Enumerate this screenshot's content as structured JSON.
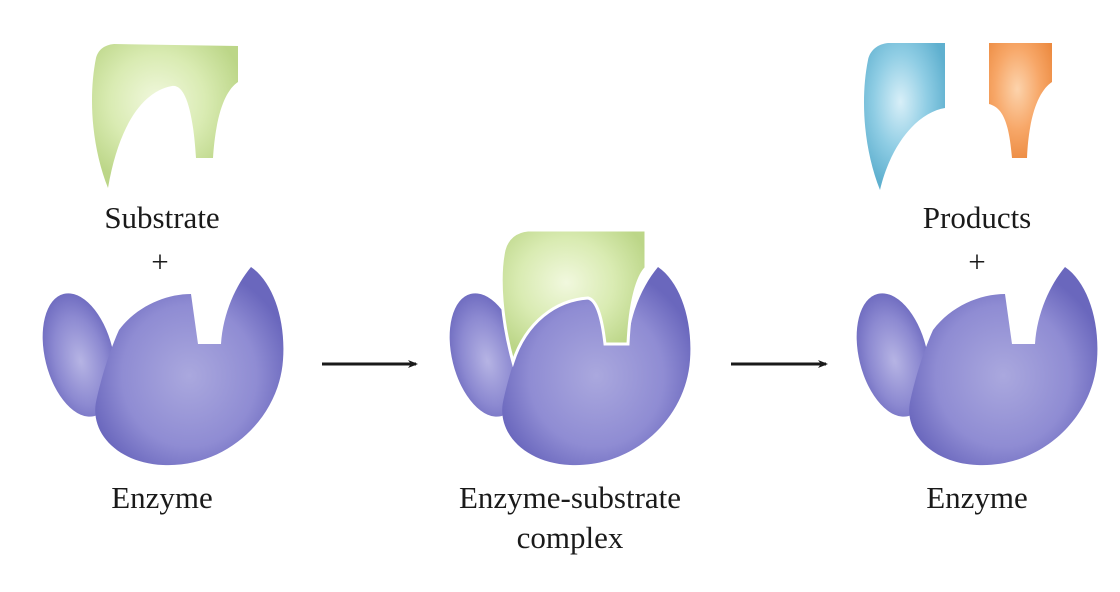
{
  "labels": {
    "substrate": "Substrate",
    "plus_left": "+",
    "enzyme_left": "Enzyme",
    "complex_line1": "Enzyme-substrate",
    "complex_line2": "complex",
    "products": "Products",
    "plus_right": "+",
    "enzyme_right": "Enzyme"
  },
  "colors": {
    "substrate": "#cfe3a0",
    "enzyme": "#7b78c6",
    "product_left": "#7cc3db",
    "product_right": "#f4a05e",
    "arrow": "#1a1a1a"
  }
}
